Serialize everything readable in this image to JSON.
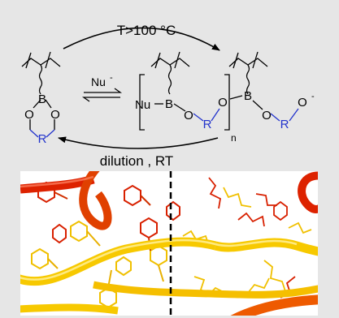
{
  "conditions": {
    "heat": "T>100 °C",
    "reverse": "dilution , RT"
  },
  "labels": {
    "nu_anion": "Nu",
    "nu_charge": "-",
    "nu": "Nu",
    "boron": "B",
    "oxygen": "O",
    "o_anion": "O",
    "o_charge": "-",
    "r_group": "R",
    "repeat": "n"
  },
  "colors": {
    "background": "#e6e6e6",
    "r_group": "#2233cc",
    "tube_red": "#dd2200",
    "tube_orange": "#f07000",
    "tube_yellow": "#f7c900"
  }
}
